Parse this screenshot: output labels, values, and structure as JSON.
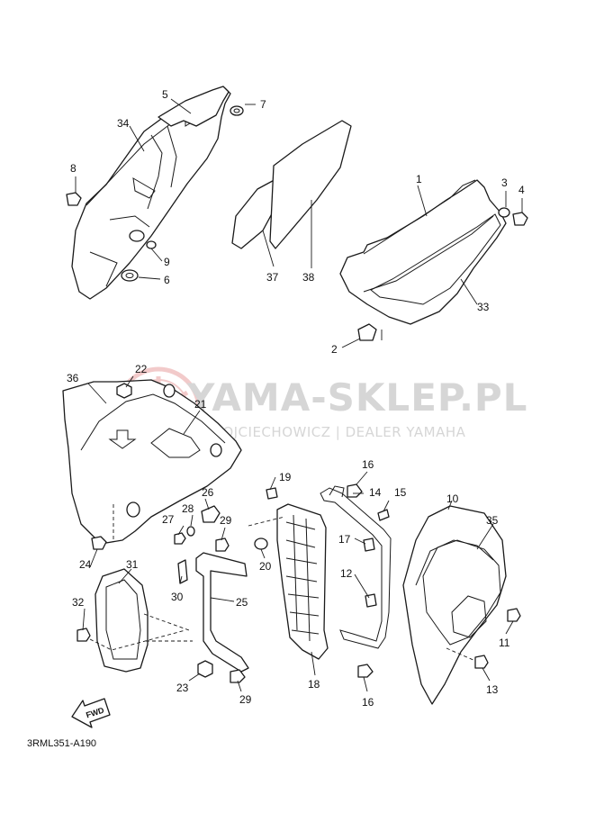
{
  "watermark": {
    "title": "YAMA-SKLEP.PL",
    "subtitle": "WOJCIECHOWICZ | DEALER YAMAHA",
    "logo_color": "#e8a0a0",
    "text_color": "#d6d6d6"
  },
  "diagram_code": "3RML351-A190",
  "fwd_label": "FWD",
  "callouts": {
    "c1": "1",
    "c2": "2",
    "c3": "3",
    "c4": "4",
    "c5": "5",
    "c6": "6",
    "c7": "7",
    "c8": "8",
    "c9": "9",
    "c10": "10",
    "c11": "11",
    "c12": "12",
    "c13": "13",
    "c14": "14",
    "c15": "15",
    "c16a": "16",
    "c16b": "16",
    "c17": "17",
    "c18": "18",
    "c19": "19",
    "c20": "20",
    "c21": "21",
    "c22": "22",
    "c23": "23",
    "c24": "24",
    "c25": "25",
    "c26": "26",
    "c27": "27",
    "c28": "28",
    "c29a": "29",
    "c29b": "29",
    "c30": "30",
    "c31": "31",
    "c32": "32",
    "c33": "33",
    "c34": "34",
    "c35": "35",
    "c36": "36",
    "c37": "37",
    "c38": "38"
  }
}
